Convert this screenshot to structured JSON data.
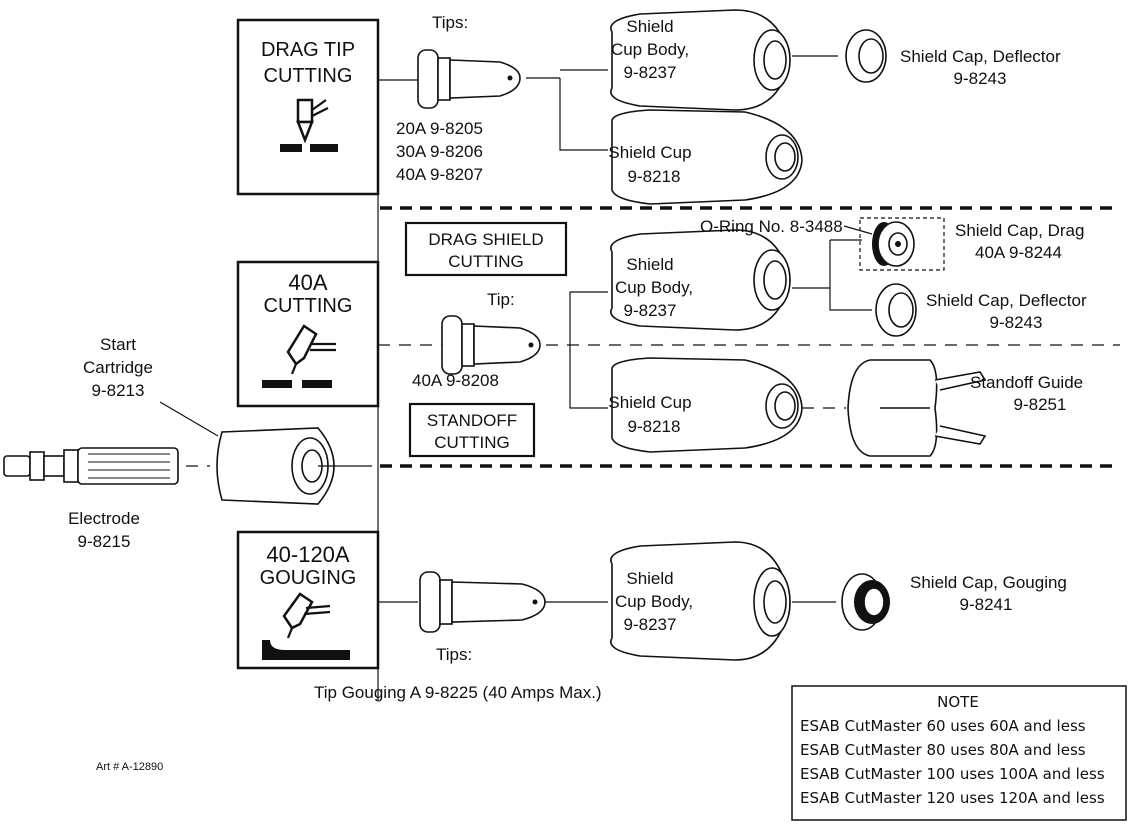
{
  "boxes": {
    "drag_tip": {
      "line1": "DRAG TIP",
      "line2": "CUTTING"
    },
    "a40": {
      "line1": "40A",
      "line2": "CUTTING"
    },
    "gouging": {
      "line1": "40-120A",
      "line2": "GOUGING"
    },
    "drag_shield": {
      "line1": "DRAG SHIELD",
      "line2": "CUTTING"
    },
    "standoff": {
      "line1": "STANDOFF",
      "line2": "CUTTING"
    }
  },
  "labels": {
    "tips_top": "Tips:",
    "tip_20a": "20A   9-8205",
    "tip_30a": "30A   9-8206",
    "tip_40a": "40A   9-8207",
    "shield_cup_body_1": {
      "l1": "Shield",
      "l2": "Cup Body,",
      "l3": "9-8237"
    },
    "shield_cup_1": {
      "l1": "Shield Cup",
      "l2": "9-8218"
    },
    "shield_cap_deflector_1": {
      "l1": "Shield Cap, Deflector",
      "l2": "9-8243"
    },
    "oring": "O-Ring No. 8-3488",
    "shield_cap_drag": {
      "l1": "Shield Cap, Drag",
      "l2": "40A  9-8244"
    },
    "shield_cup_body_2": {
      "l1": "Shield",
      "l2": "Cup Body,",
      "l3": "9-8237"
    },
    "shield_cap_deflector_2": {
      "l1": "Shield Cap, Deflector",
      "l2": "9-8243"
    },
    "tip_mid": "Tip:",
    "tip_mid_part": "40A   9-8208",
    "shield_cup_2": {
      "l1": "Shield Cup",
      "l2": "9-8218"
    },
    "standoff_guide": {
      "l1": "Standoff Guide",
      "l2": "9-8251"
    },
    "start_cartridge": {
      "l1": "Start",
      "l2": "Cartridge",
      "l3": "9-8213"
    },
    "electrode": {
      "l1": "Electrode",
      "l2": "9-8215"
    },
    "shield_cup_body_3": {
      "l1": "Shield",
      "l2": "Cup Body,",
      "l3": "9-8237"
    },
    "shield_cap_gouging": {
      "l1": "Shield Cap, Gouging",
      "l2": "9-8241"
    },
    "tips_bottom": "Tips:",
    "tip_gouging": "Tip Gouging A   9-8225 (40 Amps Max.)",
    "art_number": "Art # A-12890"
  },
  "note": {
    "title": "NOTE",
    "lines": [
      "ESAB CutMaster 60 uses 60A and less",
      "ESAB CutMaster 80 uses 80A and less",
      "ESAB CutMaster 100 uses 100A and less",
      "ESAB CutMaster 120 uses 120A and less"
    ]
  }
}
